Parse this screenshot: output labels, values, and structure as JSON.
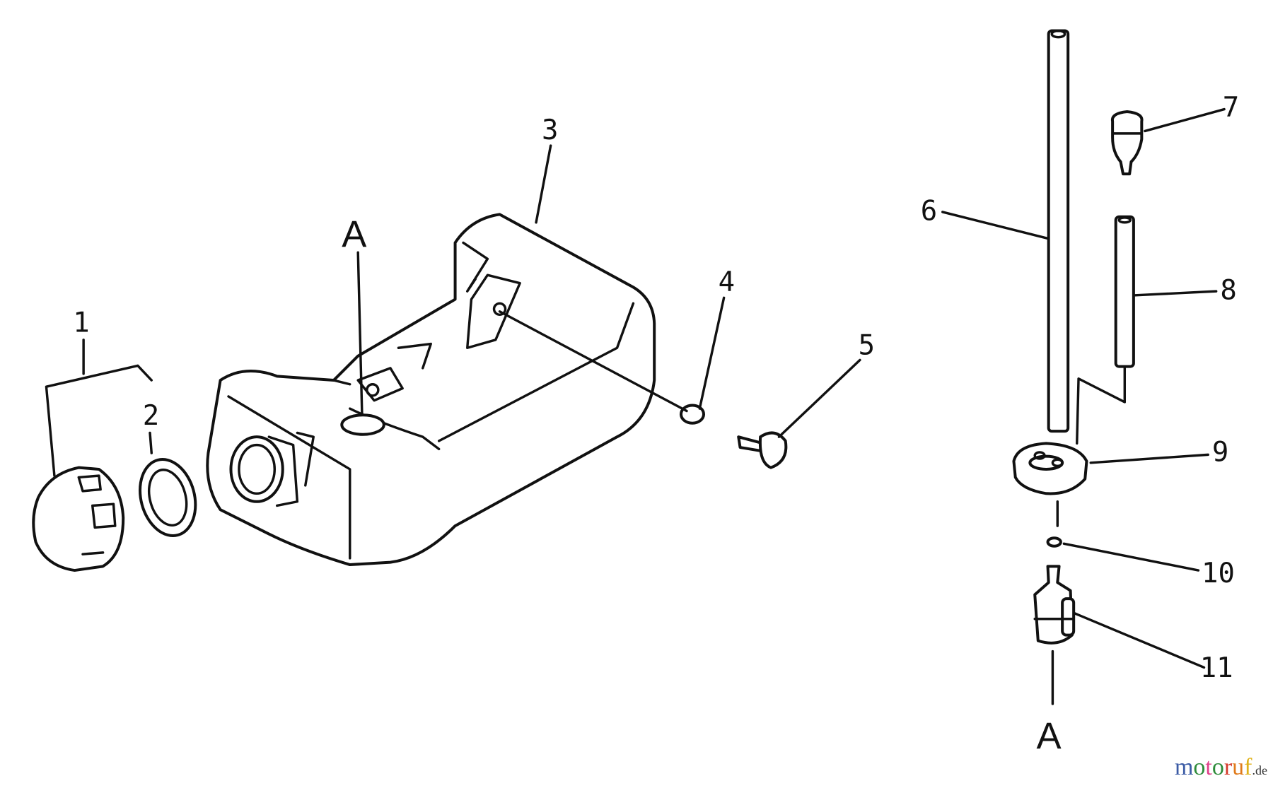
{
  "diagram": {
    "part_labels": [
      "1",
      "2",
      "3",
      "4",
      "5",
      "6",
      "7",
      "8",
      "9",
      "10",
      "11"
    ],
    "reference_marks": {
      "top": "A",
      "bottom": "A"
    }
  },
  "watermark": {
    "text": "motoruf",
    "suffix": ".de",
    "letter_colors": [
      "#3b5ba5",
      "#2e8b3a",
      "#e0408a",
      "#2e8b3a",
      "#d43a2a",
      "#e07a1a",
      "#e0b21a"
    ]
  }
}
